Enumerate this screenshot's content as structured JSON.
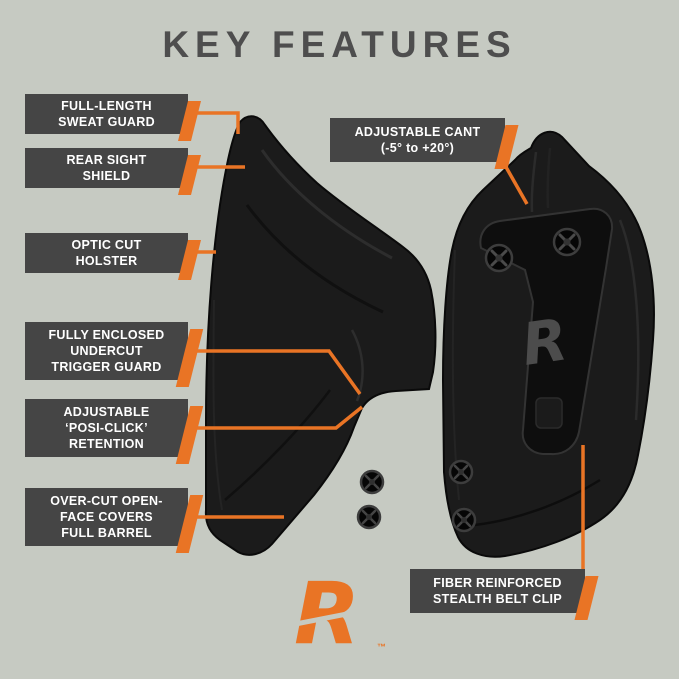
{
  "title": "KEY FEATURES",
  "colors": {
    "background": "#c6cac2",
    "accent_orange": "#e97425",
    "label_background": "#454545",
    "label_text": "#ffffff",
    "title_text": "#4e4e4e",
    "holster_black": "#1b1b1b"
  },
  "callouts": [
    {
      "label": "FULL-LENGTH\nSWEAT GUARD"
    },
    {
      "label": "REAR SIGHT\nSHIELD"
    },
    {
      "label": "OPTIC CUT\nHOLSTER"
    },
    {
      "label": "FULLY ENCLOSED\nUNDERCUT\nTRIGGER GUARD"
    },
    {
      "label": "ADJUSTABLE\n‘POSI-CLICK’\nRETENTION"
    },
    {
      "label": "OVER-CUT OPEN-\nFACE COVERS\nFULL BARREL"
    },
    {
      "label": "ADJUSTABLE CANT\n(-5° to +20°)"
    },
    {
      "label": "FIBER REINFORCED\nSTEALTH BELT CLIP"
    }
  ],
  "logo": {
    "letter": "R",
    "trademark": "™"
  },
  "clip_logo": {
    "letter": "R"
  }
}
